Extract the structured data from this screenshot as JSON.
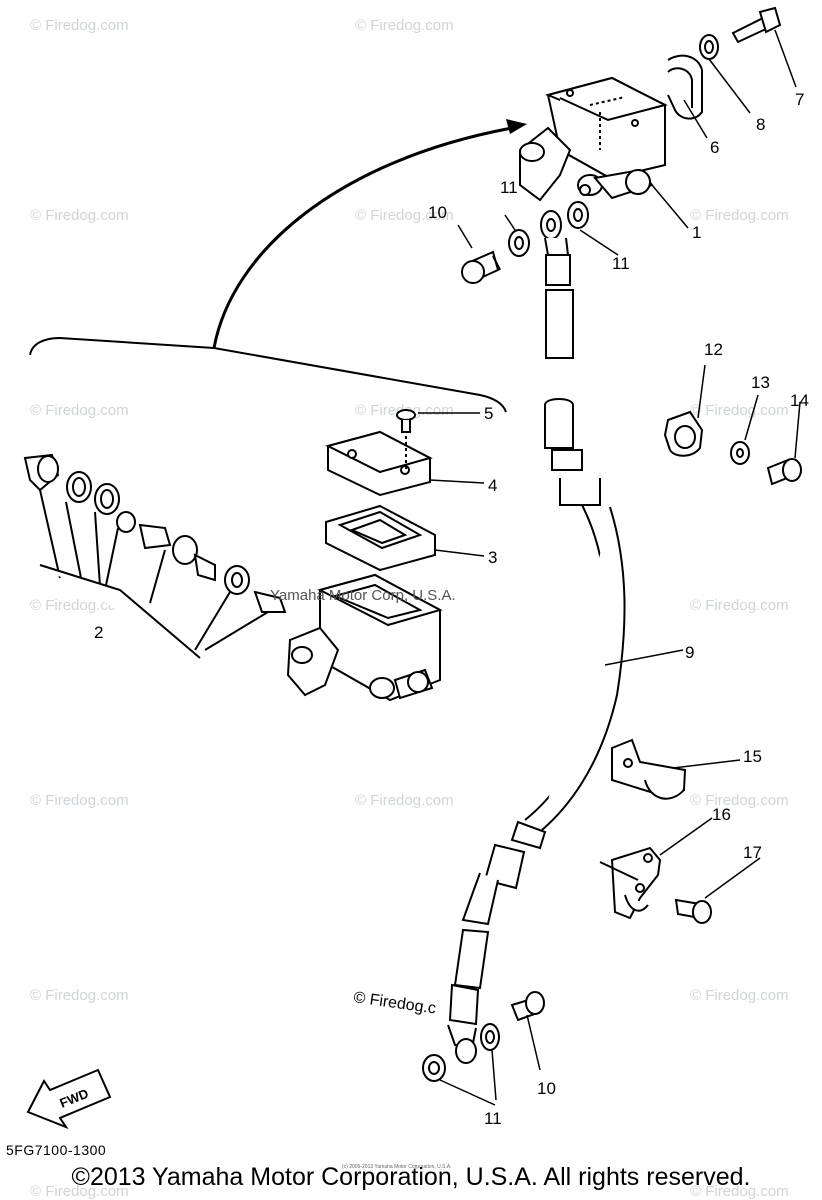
{
  "watermark": "© Firedog.com",
  "watermark_small": "© Firedog.c",
  "overlay_text": "Yamaha Motor Corp, U.S.A.",
  "callouts": [
    "1",
    "2",
    "3",
    "4",
    "5",
    "6",
    "7",
    "8",
    "9",
    "10",
    "10",
    "11",
    "11",
    "11",
    "12",
    "13",
    "14",
    "15",
    "16",
    "17"
  ],
  "fwd_label": "FWD",
  "part_code": "5FG7100-1300",
  "copyright": "©2013 Yamaha Motor Corporation, U.S.A. All rights reserved.",
  "fineprint": "(c) 2005-2013 Yamaha Motor Corporation, U.S.A."
}
